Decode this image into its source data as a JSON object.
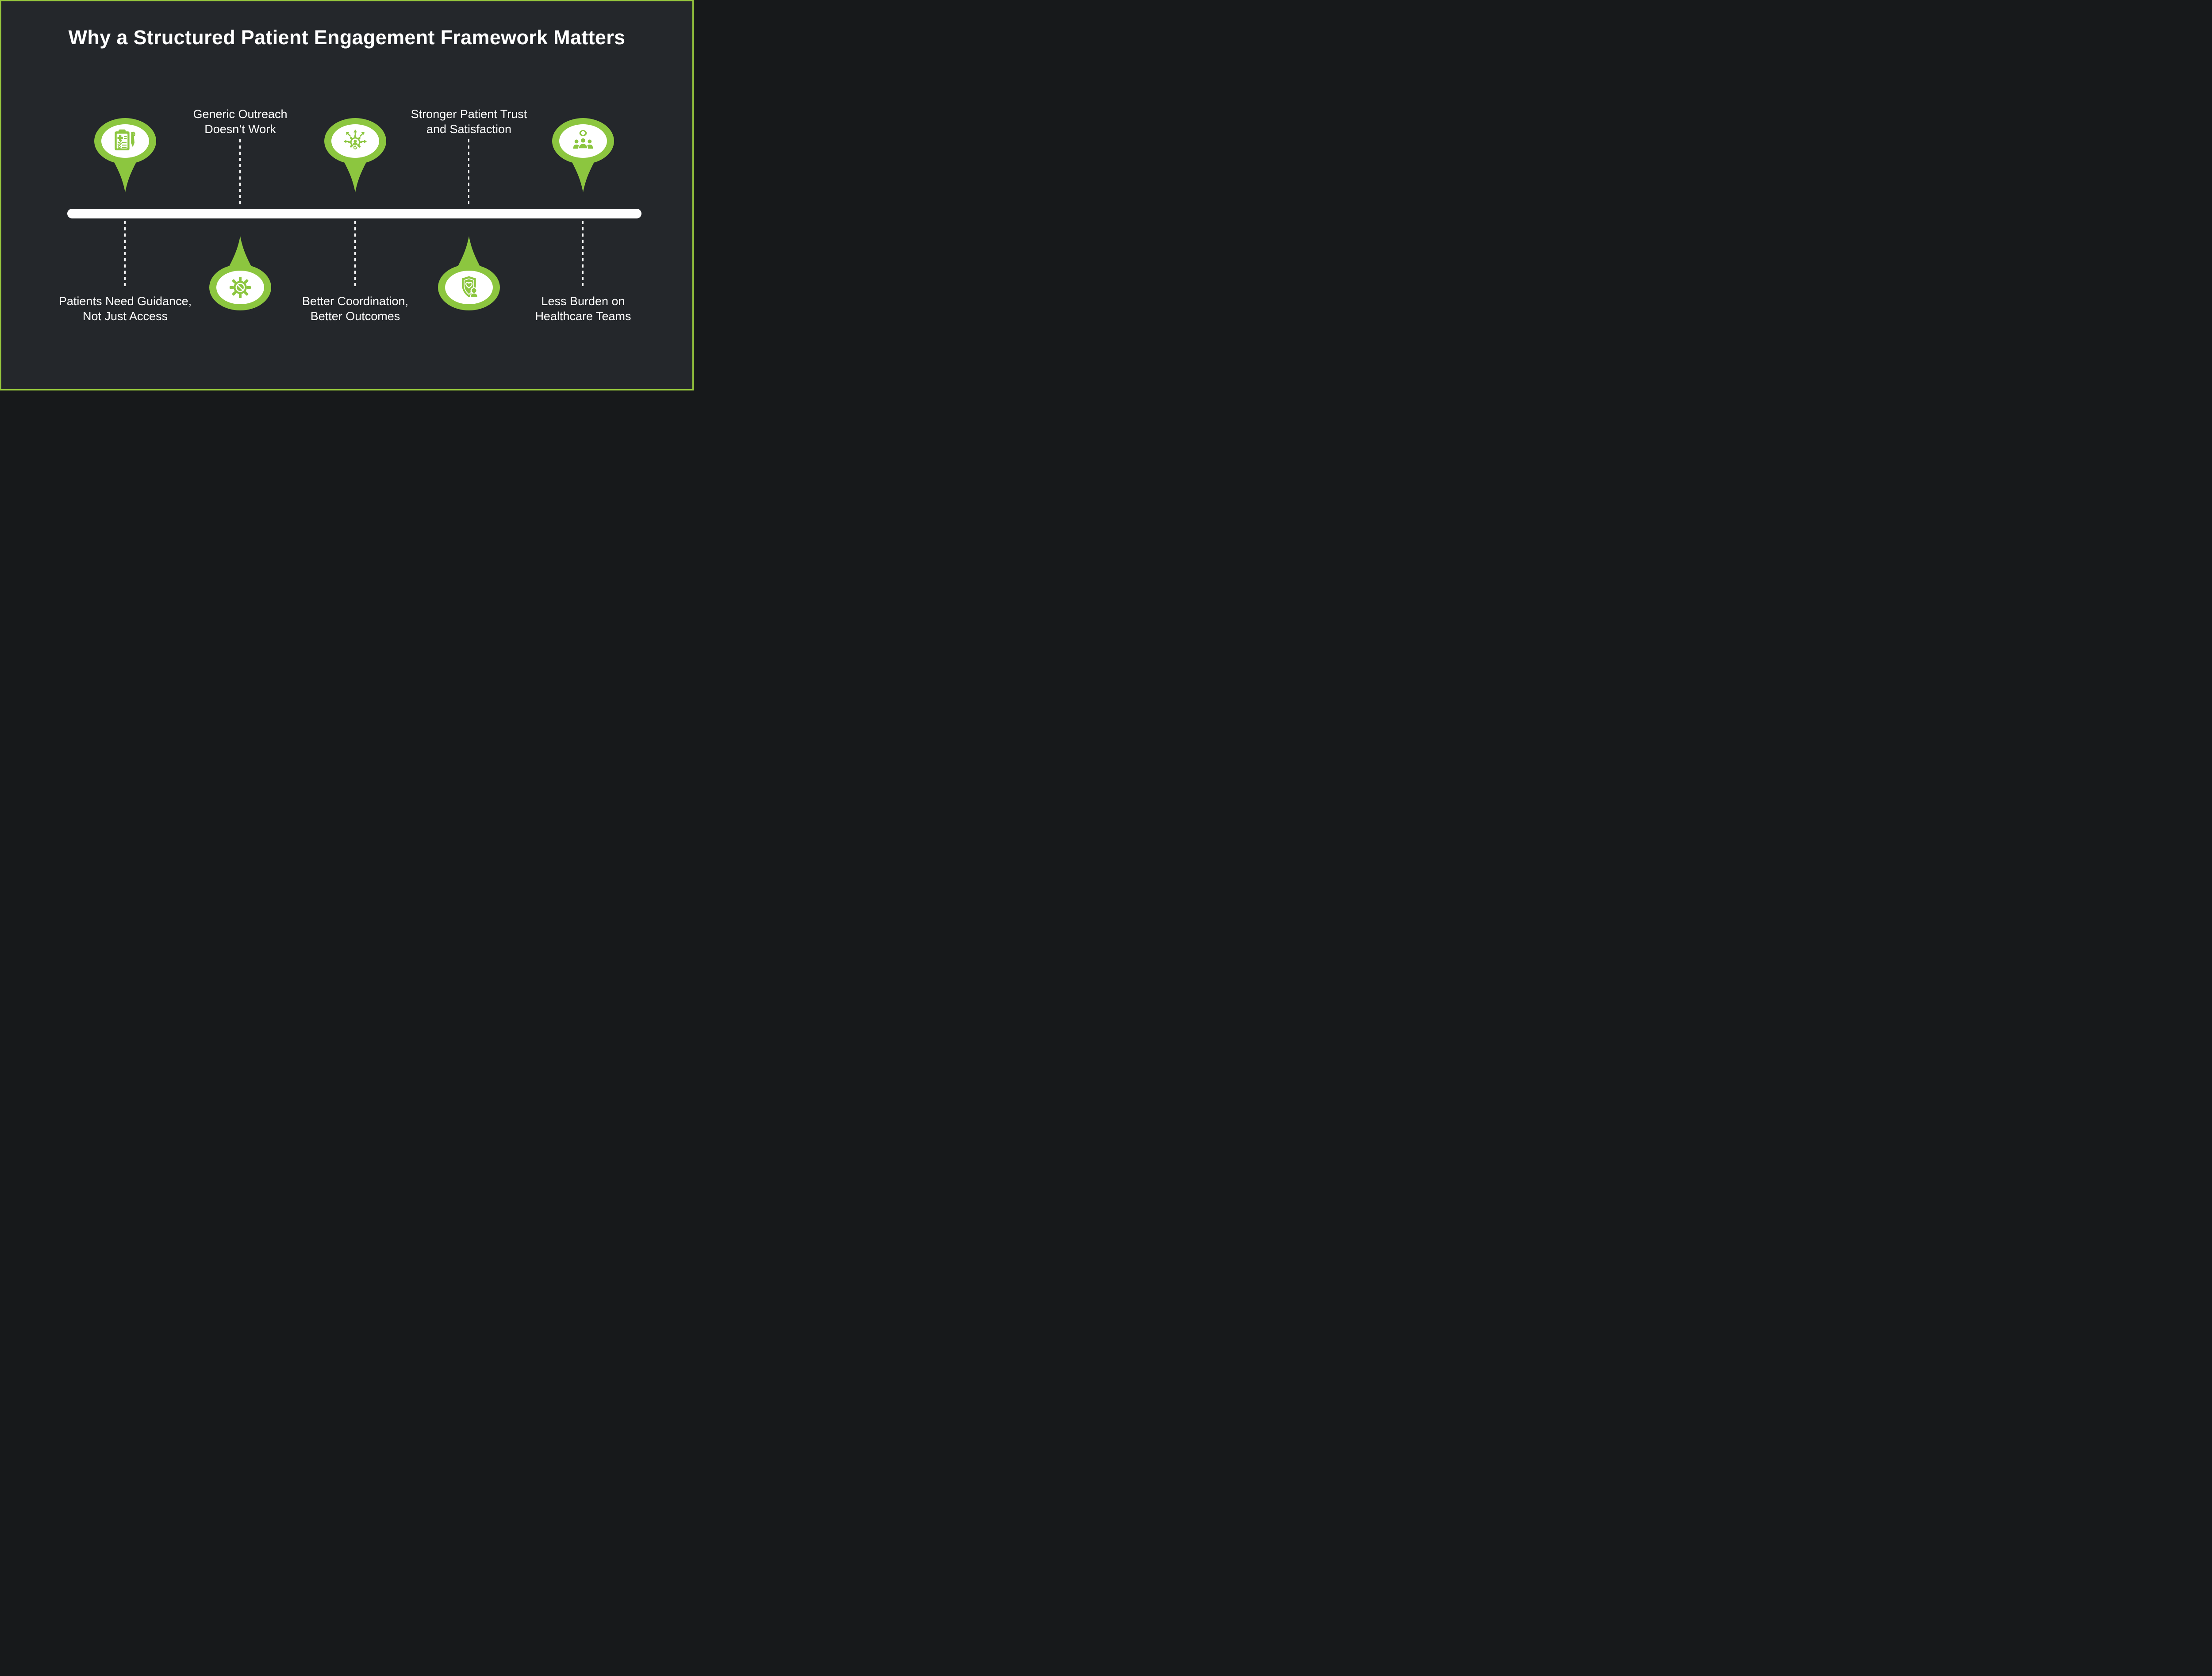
{
  "title": "Why a Structured Patient Engagement Framework Matters",
  "colors": {
    "background": "#24272b",
    "accent_green": "#8cc63f",
    "frame_green": "#97c83d",
    "timeline_white": "#ffffff",
    "text_white": "#ffffff"
  },
  "timeline": {
    "name": "horizontal timeline bar"
  },
  "markers": [
    {
      "id": "guidance",
      "icon": "medical-checklist-pen-icon",
      "marker_side": "above",
      "label_side": "below",
      "label_line1": "Patients Need Guidance,",
      "label_line2": "Not Just Access"
    },
    {
      "id": "outreach",
      "icon": "gear-blocked-icon",
      "marker_side": "below",
      "label_side": "above",
      "label_line1": "Generic Outreach",
      "label_line2": "Doesn’t Work"
    },
    {
      "id": "coordination",
      "icon": "gear-person-arrows-icon",
      "marker_side": "above",
      "label_side": "below",
      "label_line1": "Better Coordination,",
      "label_line2": "Better Outcomes"
    },
    {
      "id": "trust",
      "icon": "shield-heart-person-icon",
      "marker_side": "below",
      "label_side": "above",
      "label_line1": "Stronger Patient Trust",
      "label_line2": "and Satisfaction"
    },
    {
      "id": "burden",
      "icon": "healthcare-team-icon",
      "marker_side": "above",
      "label_side": "below",
      "label_line1": "Less Burden on",
      "label_line2": "Healthcare Teams"
    }
  ]
}
